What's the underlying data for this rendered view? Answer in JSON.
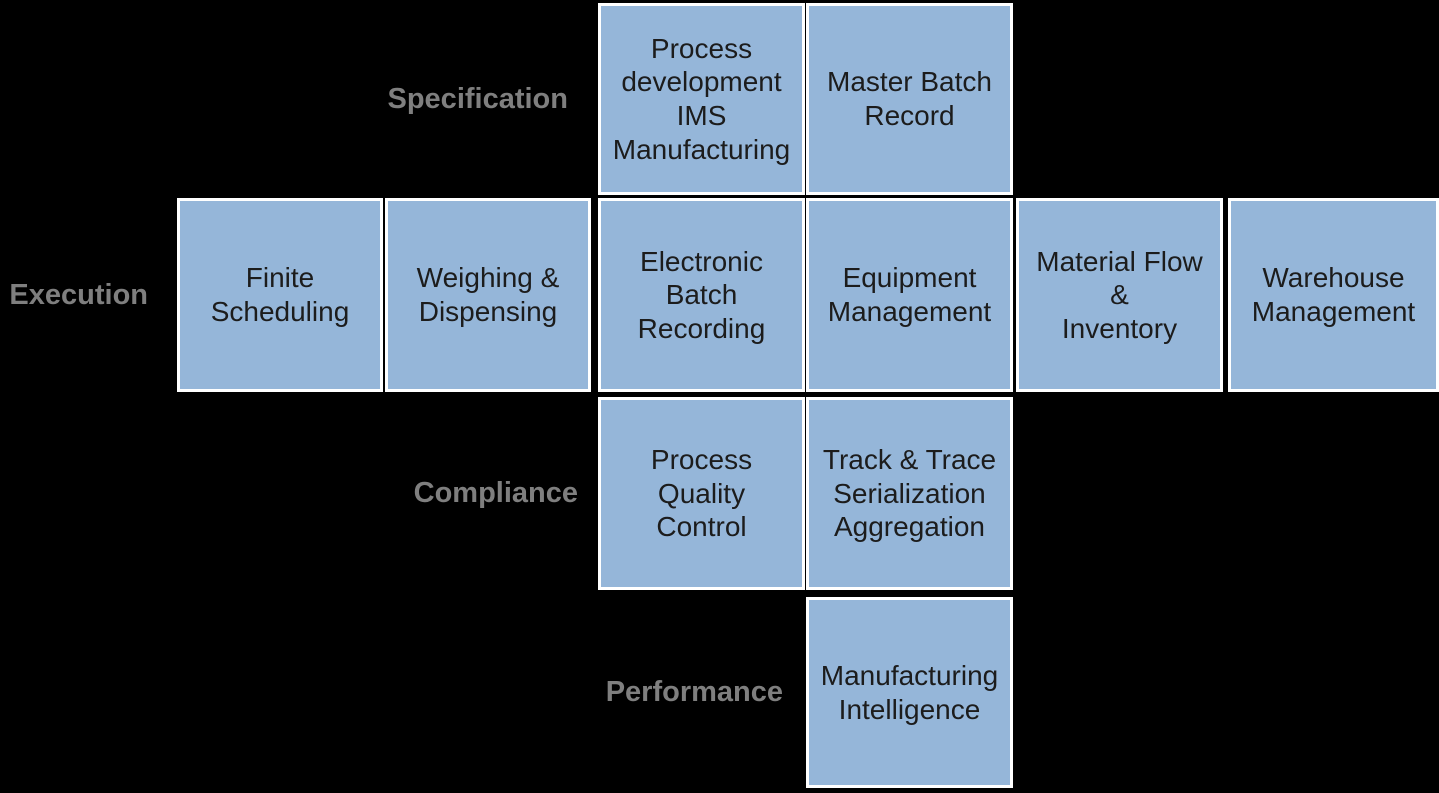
{
  "colors": {
    "background": "#000000",
    "box_fill": "#95b6d9",
    "box_border": "#ffffff",
    "box_text": "#1c1c1c",
    "row_label_text": "#7f7f7f"
  },
  "row_labels": [
    {
      "text": "Specification"
    },
    {
      "text": "Execution"
    },
    {
      "text": "Compliance"
    },
    {
      "text": "Performance"
    }
  ],
  "boxes": [
    {
      "row": "Specification",
      "text": "Process\ndevelopment\nIMS\nManufacturing"
    },
    {
      "row": "Specification",
      "text": "Master Batch\nRecord"
    },
    {
      "row": "Execution",
      "text": "Finite\nScheduling"
    },
    {
      "row": "Execution",
      "text": "Weighing &\nDispensing"
    },
    {
      "row": "Execution",
      "text": "Electronic\nBatch\nRecording"
    },
    {
      "row": "Execution",
      "text": "Equipment\nManagement"
    },
    {
      "row": "Execution",
      "text": "Material Flow\n&\nInventory"
    },
    {
      "row": "Execution",
      "text": "Warehouse\nManagement"
    },
    {
      "row": "Compliance",
      "text": "Process\nQuality\nControl"
    },
    {
      "row": "Compliance",
      "text": "Track & Trace\nSerialization\nAggregation"
    },
    {
      "row": "Performance",
      "text": "Manufacturing\nIntelligence"
    }
  ]
}
